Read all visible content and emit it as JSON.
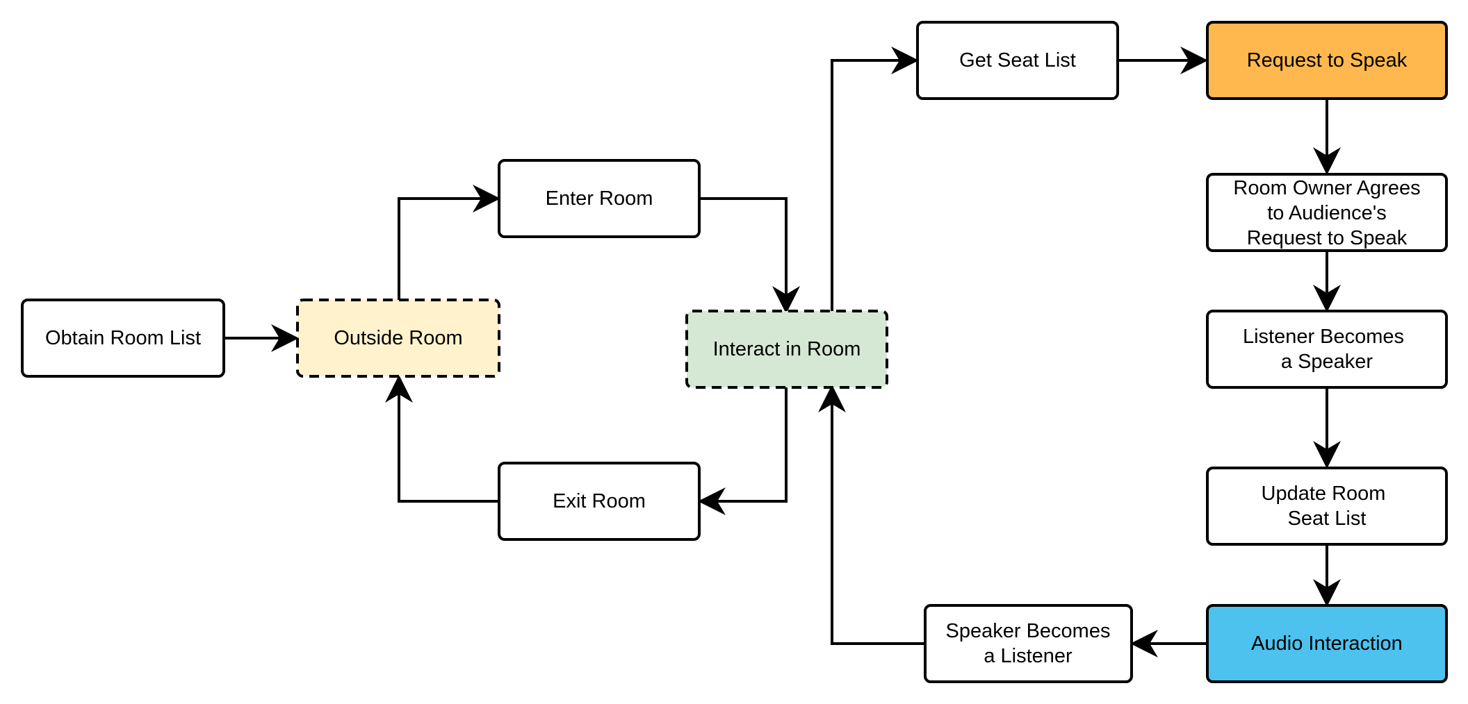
{
  "colors": {
    "outside_room_fill": "#FFF2CC",
    "interact_in_room_fill": "#D5E8D4",
    "request_to_speak_fill": "#FFB84D",
    "audio_interaction_fill": "#4DC2EE",
    "default_fill": "#FFFFFF",
    "stroke": "#000000"
  },
  "nodes": {
    "obtain_room_list": {
      "lines": [
        "Obtain Room List"
      ]
    },
    "outside_room": {
      "lines": [
        "Outside Room"
      ]
    },
    "enter_room": {
      "lines": [
        "Enter Room"
      ]
    },
    "exit_room": {
      "lines": [
        "Exit Room"
      ]
    },
    "interact_in_room": {
      "lines": [
        "Interact in Room"
      ]
    },
    "get_seat_list": {
      "lines": [
        "Get Seat List"
      ]
    },
    "request_to_speak": {
      "lines": [
        "Request to Speak"
      ]
    },
    "room_owner_agrees": {
      "lines": [
        "Room Owner Agrees",
        "to Audience's",
        "Request to Speak"
      ]
    },
    "listener_becomes_speaker": {
      "lines": [
        "Listener Becomes",
        "a Speaker"
      ]
    },
    "update_room_seat_list": {
      "lines": [
        "Update Room",
        "Seat List"
      ]
    },
    "audio_interaction": {
      "lines": [
        "Audio Interaction"
      ]
    },
    "speaker_becomes_listener": {
      "lines": [
        "Speaker Becomes",
        "a Listener"
      ]
    }
  },
  "edges": [
    {
      "from": "obtain_room_list",
      "to": "outside_room"
    },
    {
      "from": "outside_room",
      "to": "enter_room"
    },
    {
      "from": "enter_room",
      "to": "interact_in_room"
    },
    {
      "from": "interact_in_room",
      "to": "exit_room"
    },
    {
      "from": "exit_room",
      "to": "outside_room"
    },
    {
      "from": "interact_in_room",
      "to": "get_seat_list"
    },
    {
      "from": "get_seat_list",
      "to": "request_to_speak"
    },
    {
      "from": "request_to_speak",
      "to": "room_owner_agrees"
    },
    {
      "from": "room_owner_agrees",
      "to": "listener_becomes_speaker"
    },
    {
      "from": "listener_becomes_speaker",
      "to": "update_room_seat_list"
    },
    {
      "from": "update_room_seat_list",
      "to": "audio_interaction"
    },
    {
      "from": "audio_interaction",
      "to": "speaker_becomes_listener"
    },
    {
      "from": "speaker_becomes_listener",
      "to": "interact_in_room"
    }
  ]
}
